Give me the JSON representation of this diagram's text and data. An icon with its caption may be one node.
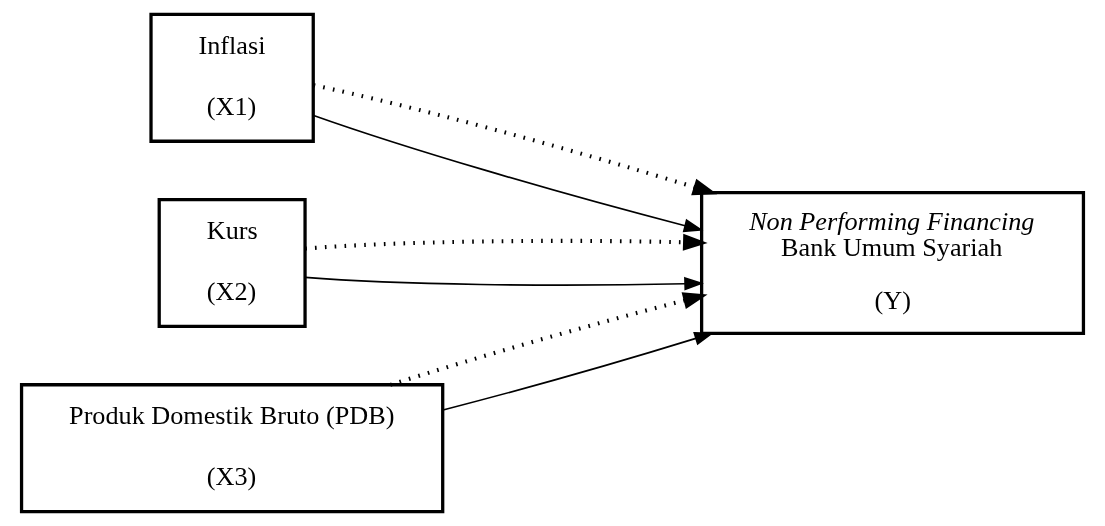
{
  "diagram": {
    "nodes": [
      {
        "text": [
          "Inflasi",
          "(X1)"
        ]
      },
      {
        "text": [
          "Kurs",
          "(X2)"
        ]
      },
      {
        "text": [
          "Produk Domestik Bruto (PDB)",
          "(X3)"
        ]
      },
      {
        "text": [
          "*Non Performing Financing* Bank Umum Syariah",
          "(Y)"
        ]
      }
    ],
    "edges": [
      {
        "from": 0,
        "to": 3,
        "arrow": "to"
      },
      {
        "from": 1,
        "to": 3,
        "arrow": "to"
      },
      {
        "from": 2,
        "to": 3,
        "arrow": "to"
      },
      {
        "from": 0,
        "to": 3,
        "arrow": "to",
        "style": "dashed"
      },
      {
        "from": 1,
        "to": 3,
        "arrow": "to",
        "style": "dashed"
      },
      {
        "from": 2,
        "to": 3,
        "arrow": "to",
        "style": "dashed"
      }
    ]
  }
}
